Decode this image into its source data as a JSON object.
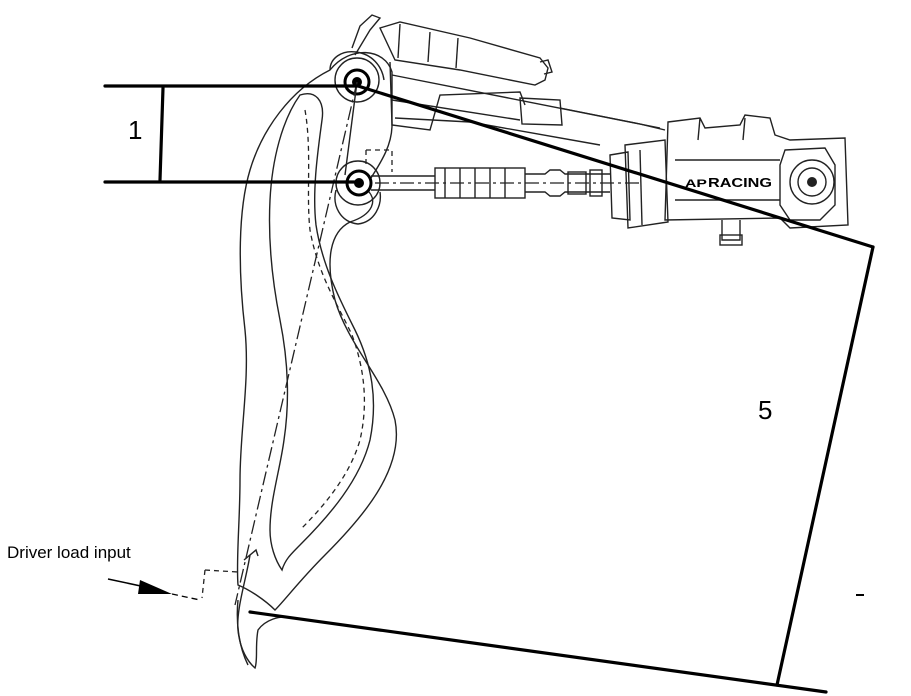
{
  "labels": {
    "ratio_short": "1",
    "ratio_long": "5",
    "driver_load": "Driver load input",
    "brand": "RACING",
    "brand_prefix": "AP"
  }
}
